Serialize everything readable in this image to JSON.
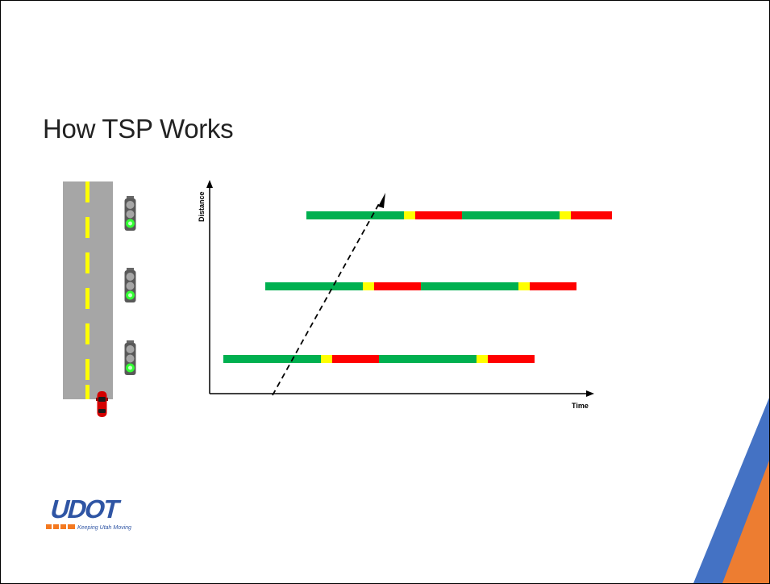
{
  "slide": {
    "title": "How TSP Works"
  },
  "diagram": {
    "axis_y_label": "Distance",
    "axis_x_label": "Time",
    "signal_timelines": [
      {
        "name": "upstream-signal",
        "phases": [
          "green",
          "yellow",
          "red",
          "green",
          "yellow",
          "red"
        ]
      },
      {
        "name": "middle-signal",
        "phases": [
          "green",
          "yellow",
          "red",
          "green",
          "yellow",
          "red"
        ]
      },
      {
        "name": "downstream-signal",
        "phases": [
          "green",
          "yellow",
          "red",
          "green",
          "yellow",
          "red"
        ]
      }
    ],
    "vehicle_trajectory": "dashed-arrow"
  },
  "road": {
    "signals": [
      "green-light",
      "green-light",
      "green-light"
    ],
    "vehicle": "red-car"
  },
  "logo": {
    "brand_text": "UDOT",
    "tagline": "Keeping Utah Moving"
  },
  "colors": {
    "green": "#00b050",
    "yellow": "#ffff00",
    "red": "#ff0000",
    "road": "#a6a6a6",
    "accent_blue": "#4472c4",
    "accent_orange": "#ed7d31",
    "udot_blue": "#2f55a4",
    "udot_orange": "#f47920"
  }
}
